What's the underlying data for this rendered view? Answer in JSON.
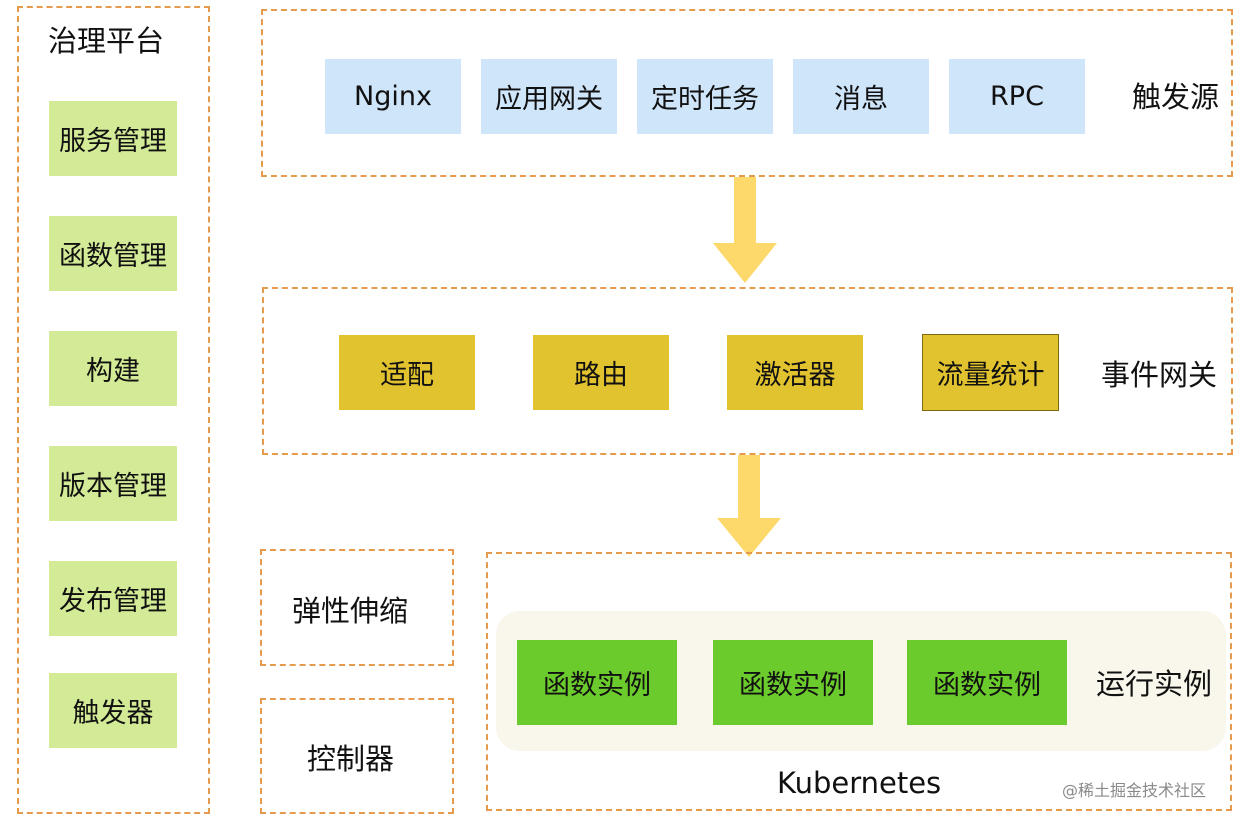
{
  "governance": {
    "title": "治理平台",
    "items": [
      "服务管理",
      "函数管理",
      "构建",
      "版本管理",
      "发布管理",
      "触发器"
    ]
  },
  "trigger_sources": {
    "label": "触发源",
    "items": [
      "Nginx",
      "应用网关",
      "定时任务",
      "消息",
      "RPC"
    ]
  },
  "event_gateway": {
    "label": "事件网关",
    "items": [
      "适配",
      "路由",
      "激活器",
      "流量统计"
    ]
  },
  "side_boxes": {
    "autoscale": "弹性伸缩",
    "controller": "控制器"
  },
  "runtime": {
    "label": "运行实例",
    "instances": [
      "函数实例",
      "函数实例",
      "函数实例"
    ],
    "platform": "Kubernetes"
  },
  "watermark": "@稀土掘金技术社区",
  "colors": {
    "dashed_border": "#e59a4d",
    "trigger_box": "#cfe5fa",
    "gateway_box": "#e1c22f",
    "governance_box": "#d3ea96",
    "instance_box": "#6ccb2c",
    "arrow": "#fdd86b"
  }
}
